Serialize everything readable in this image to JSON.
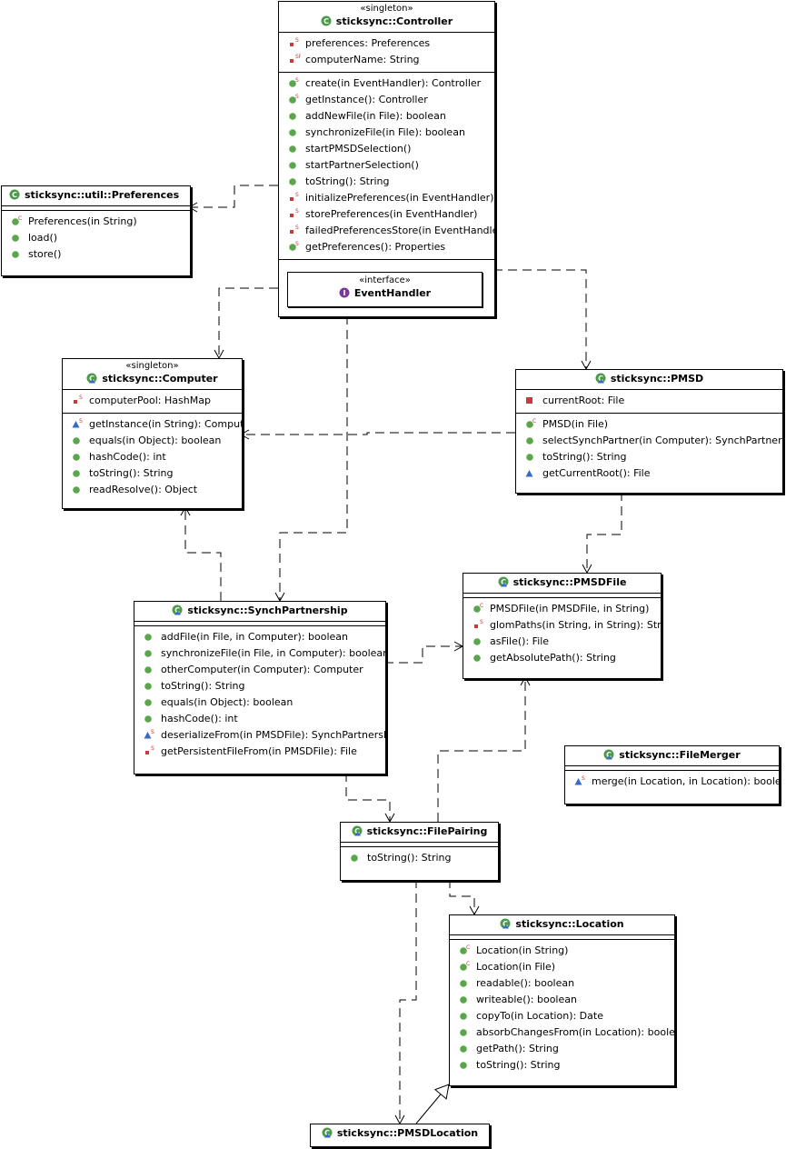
{
  "colors": {
    "class_icon": "#4a9a4a",
    "public_method": "#5aa64a",
    "private_member": "#c83a3a",
    "package_member": "#3a6ac8",
    "interface_icon": "#7a3a9a",
    "line": "#000000"
  },
  "classes": [
    {
      "id": "controller",
      "stereotype": "«singleton»",
      "name": "sticksync::Controller",
      "class_icon": "class-icon",
      "attributes": [
        {
          "text": "preferences: Preferences",
          "vis": "private",
          "mods": "S"
        },
        {
          "text": "computerName: String",
          "vis": "private",
          "mods": "SF"
        }
      ],
      "methods": [
        {
          "text": "create(in EventHandler): Controller",
          "vis": "public",
          "mods": "S"
        },
        {
          "text": "getInstance(): Controller",
          "vis": "public",
          "mods": "S"
        },
        {
          "text": "addNewFile(in File): boolean",
          "vis": "public",
          "mods": ""
        },
        {
          "text": "synchronizeFile(in File): boolean",
          "vis": "public",
          "mods": ""
        },
        {
          "text": "startPMSDSelection()",
          "vis": "public",
          "mods": ""
        },
        {
          "text": "startPartnerSelection()",
          "vis": "public",
          "mods": ""
        },
        {
          "text": "toString(): String",
          "vis": "public",
          "mods": ""
        },
        {
          "text": "initializePreferences(in EventHandler)",
          "vis": "private",
          "mods": "S"
        },
        {
          "text": "storePreferences(in EventHandler)",
          "vis": "private",
          "mods": "S"
        },
        {
          "text": "failedPreferencesStore(in EventHandler)",
          "vis": "private",
          "mods": "S"
        },
        {
          "text": "getPreferences(): Properties",
          "vis": "public",
          "mods": "S"
        }
      ],
      "inner": {
        "stereotype": "«interface»",
        "name": "EventHandler",
        "icon": "interface-icon"
      }
    },
    {
      "id": "preferences",
      "stereotype": "",
      "name": "sticksync::util::Preferences",
      "class_icon": "class-icon",
      "attributes": [],
      "methods": [
        {
          "text": "Preferences(in String)",
          "vis": "public",
          "mods": "C"
        },
        {
          "text": "load()",
          "vis": "public",
          "mods": ""
        },
        {
          "text": "store()",
          "vis": "public",
          "mods": ""
        }
      ]
    },
    {
      "id": "computer",
      "stereotype": "«singleton»",
      "name": "sticksync::Computer",
      "class_icon": "package-class-icon",
      "attributes": [
        {
          "text": "computerPool: HashMap",
          "vis": "private",
          "mods": "S"
        }
      ],
      "methods": [
        {
          "text": "getInstance(in String): Computer",
          "vis": "package",
          "mods": "S"
        },
        {
          "text": "equals(in Object): boolean",
          "vis": "public",
          "mods": ""
        },
        {
          "text": "hashCode(): int",
          "vis": "public",
          "mods": ""
        },
        {
          "text": "toString(): String",
          "vis": "public",
          "mods": ""
        },
        {
          "text": "readResolve(): Object",
          "vis": "public",
          "mods": ""
        }
      ]
    },
    {
      "id": "pmsd",
      "stereotype": "",
      "name": "sticksync::PMSD",
      "class_icon": "package-class-icon",
      "attributes": [
        {
          "text": "currentRoot: File",
          "vis": "private",
          "mods": ""
        }
      ],
      "methods": [
        {
          "text": "PMSD(in File)",
          "vis": "public",
          "mods": "C"
        },
        {
          "text": "selectSynchPartner(in Computer): SynchPartnership",
          "vis": "public",
          "mods": ""
        },
        {
          "text": "toString(): String",
          "vis": "public",
          "mods": ""
        },
        {
          "text": "getCurrentRoot(): File",
          "vis": "package",
          "mods": ""
        }
      ]
    },
    {
      "id": "pmsdfile",
      "stereotype": "",
      "name": "sticksync::PMSDFile",
      "class_icon": "package-class-icon",
      "attributes": [],
      "methods": [
        {
          "text": "PMSDFile(in PMSDFile, in String)",
          "vis": "public",
          "mods": "C"
        },
        {
          "text": "glomPaths(in String, in String): String",
          "vis": "private",
          "mods": "S"
        },
        {
          "text": "asFile(): File",
          "vis": "public",
          "mods": ""
        },
        {
          "text": "getAbsolutePath(): String",
          "vis": "public",
          "mods": ""
        }
      ]
    },
    {
      "id": "synchpartnership",
      "stereotype": "",
      "name": "sticksync::SynchPartnership",
      "class_icon": "package-class-icon",
      "attributes": [],
      "methods": [
        {
          "text": "addFile(in File, in Computer): boolean",
          "vis": "public",
          "mods": ""
        },
        {
          "text": "synchronizeFile(in File, in Computer): boolean",
          "vis": "public",
          "mods": ""
        },
        {
          "text": "otherComputer(in Computer): Computer",
          "vis": "public",
          "mods": ""
        },
        {
          "text": "toString(): String",
          "vis": "public",
          "mods": ""
        },
        {
          "text": "equals(in Object): boolean",
          "vis": "public",
          "mods": ""
        },
        {
          "text": "hashCode(): int",
          "vis": "public",
          "mods": ""
        },
        {
          "text": "deserializeFrom(in PMSDFile): SynchPartnership",
          "vis": "package",
          "mods": "S"
        },
        {
          "text": "getPersistentFileFrom(in PMSDFile): File",
          "vis": "private",
          "mods": "S"
        }
      ]
    },
    {
      "id": "filemerger",
      "stereotype": "",
      "name": "sticksync::FileMerger",
      "class_icon": "package-class-icon",
      "attributes": [],
      "methods": [
        {
          "text": "merge(in Location, in Location): boolean",
          "vis": "package",
          "mods": "S"
        }
      ]
    },
    {
      "id": "filepairing",
      "stereotype": "",
      "name": "sticksync::FilePairing",
      "class_icon": "package-class-icon",
      "attributes": [],
      "methods": [
        {
          "text": "toString(): String",
          "vis": "public",
          "mods": ""
        }
      ]
    },
    {
      "id": "location",
      "stereotype": "",
      "name": "sticksync::Location",
      "class_icon": "package-class-icon",
      "attributes": [],
      "methods": [
        {
          "text": "Location(in String)",
          "vis": "public",
          "mods": "C"
        },
        {
          "text": "Location(in File)",
          "vis": "public",
          "mods": "C"
        },
        {
          "text": "readable(): boolean",
          "vis": "public",
          "mods": ""
        },
        {
          "text": "writeable(): boolean",
          "vis": "public",
          "mods": ""
        },
        {
          "text": "copyTo(in Location): Date",
          "vis": "public",
          "mods": ""
        },
        {
          "text": "absorbChangesFrom(in Location): boolean",
          "vis": "public",
          "mods": ""
        },
        {
          "text": "getPath(): String",
          "vis": "public",
          "mods": ""
        },
        {
          "text": "toString(): String",
          "vis": "public",
          "mods": ""
        }
      ]
    },
    {
      "id": "pmsdlocation",
      "stereotype": "",
      "name": "sticksync::PMSDLocation",
      "class_icon": "package-class-icon",
      "attributes": null,
      "methods": null
    }
  ],
  "relations": [
    {
      "from": "controller",
      "to": "preferences",
      "kind": "dependency"
    },
    {
      "from": "controller",
      "to": "computer",
      "kind": "dependency"
    },
    {
      "from": "controller",
      "to": "pmsd",
      "kind": "dependency"
    },
    {
      "from": "controller",
      "to": "synchpartnership",
      "kind": "dependency"
    },
    {
      "from": "pmsd",
      "to": "computer",
      "kind": "dependency"
    },
    {
      "from": "pmsd",
      "to": "pmsdfile",
      "kind": "dependency"
    },
    {
      "from": "synchpartnership",
      "to": "computer",
      "kind": "dependency"
    },
    {
      "from": "synchpartnership",
      "to": "pmsdfile",
      "kind": "dependency"
    },
    {
      "from": "synchpartnership",
      "to": "filepairing",
      "kind": "dependency"
    },
    {
      "from": "filepairing",
      "to": "pmsdfile",
      "kind": "dependency"
    },
    {
      "from": "filepairing",
      "to": "location",
      "kind": "dependency"
    },
    {
      "from": "filepairing",
      "to": "pmsdlocation",
      "kind": "dependency"
    },
    {
      "from": "pmsdlocation",
      "to": "location",
      "kind": "generalization"
    }
  ]
}
